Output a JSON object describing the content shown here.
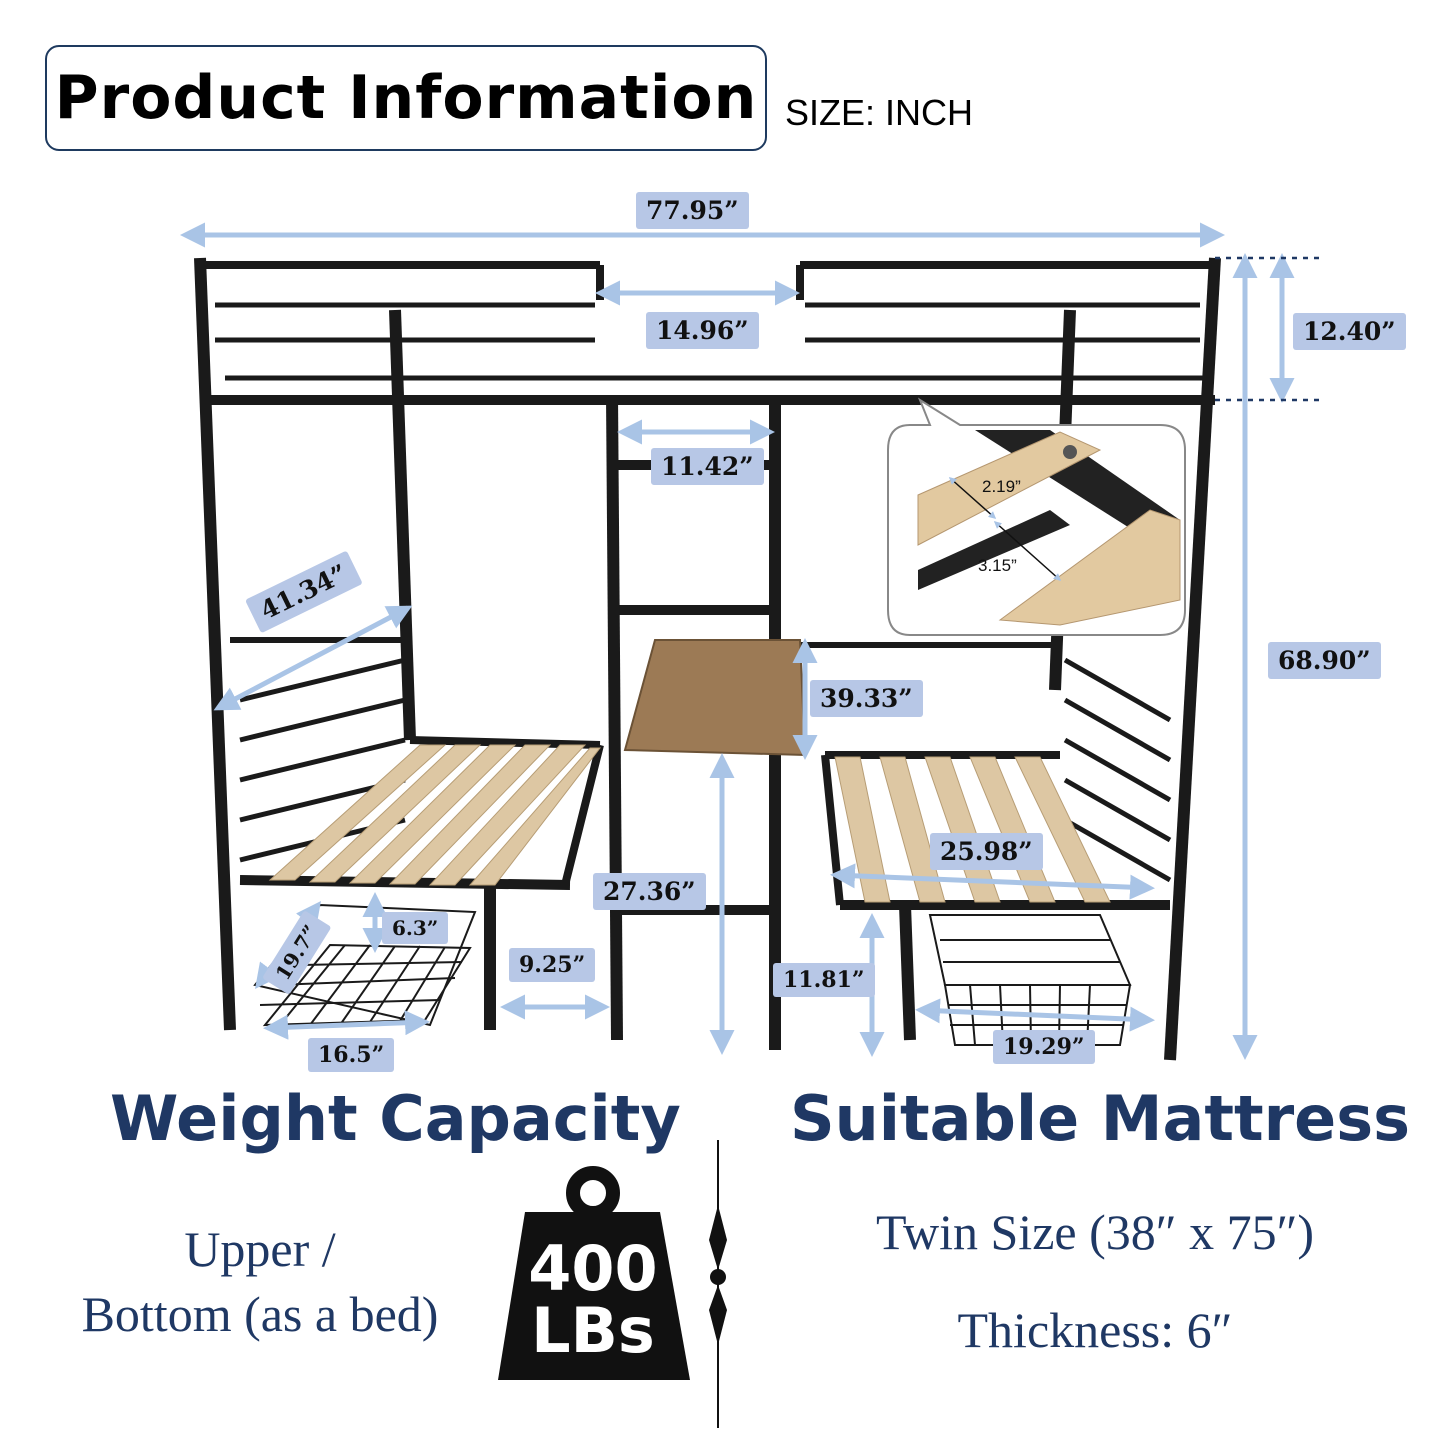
{
  "header": {
    "title": "Product Information",
    "size_unit": "SIZE: INCH"
  },
  "dimensions": {
    "overall_width": "77.95”",
    "upper_gap": "14.96”",
    "guardrail_height": "12.40”",
    "ladder_width": "11.42”",
    "overall_height": "68.90”",
    "lower_bed_width": "41.34”",
    "desk_height": "39.33”",
    "desk_clearance": "27.36”",
    "lower_bed_depth": "25.98”",
    "basket_height": "6.3”",
    "basket_depth": "19.7”",
    "leg_gap": "9.25”",
    "under_bed_clearance": "11.81”",
    "basket_width_left": "16.5”",
    "basket_width_right": "19.29”"
  },
  "slats": {
    "width": "2.19”",
    "gap": "3.15”"
  },
  "weight_capacity": {
    "heading": "Weight Capacity",
    "applies_line1": "Upper /",
    "applies_line2": "Bottom (as a bed)",
    "value": "400",
    "unit": "LBs"
  },
  "mattress": {
    "heading": "Suitable Mattress",
    "size": "Twin Size (38″ x 75″)",
    "thickness": "Thickness: 6″"
  },
  "colors": {
    "frame": "#1a1a1a",
    "wood": "#d9c3a0",
    "dimension_arrow": "#a9c4e6",
    "label_bg": "#b7c7e6",
    "heading": "#1f3864"
  }
}
